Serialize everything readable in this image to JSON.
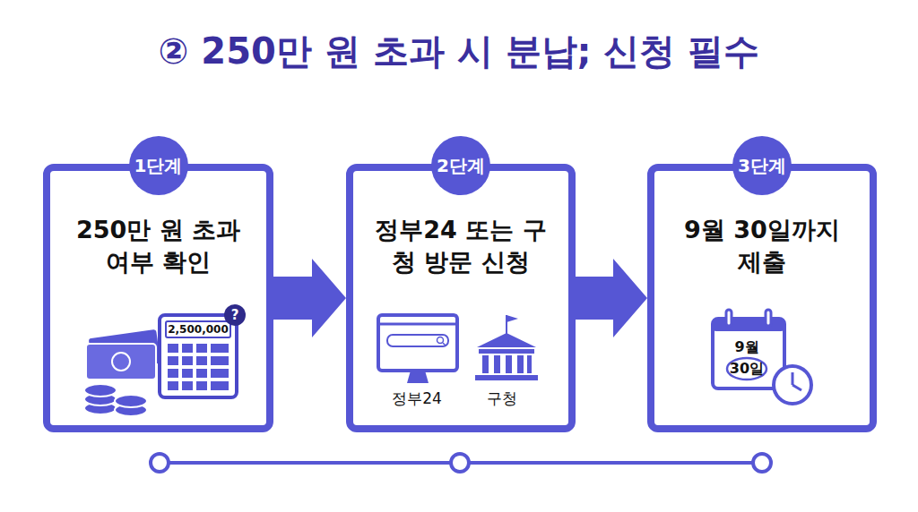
{
  "diagram": {
    "title": "② 250만 원 초과 시 분납; 신청 필수",
    "nodes": [
      {
        "text": [
          "1단계",
          "250만 원 초과 여부 확인"
        ]
      },
      {
        "text": [
          "2단계",
          "정부24 또는 구청 방문 신청",
          "정부24",
          "구청"
        ]
      },
      {
        "text": [
          "3단계",
          "9월 30일까지 제출"
        ]
      }
    ],
    "edges": [
      {
        "from": 0,
        "to": 1,
        "arrow": "to"
      },
      {
        "from": 1,
        "to": 2,
        "arrow": "to"
      }
    ],
    "labels": [
      "2,500,000",
      "?",
      "9월",
      "30일"
    ]
  }
}
